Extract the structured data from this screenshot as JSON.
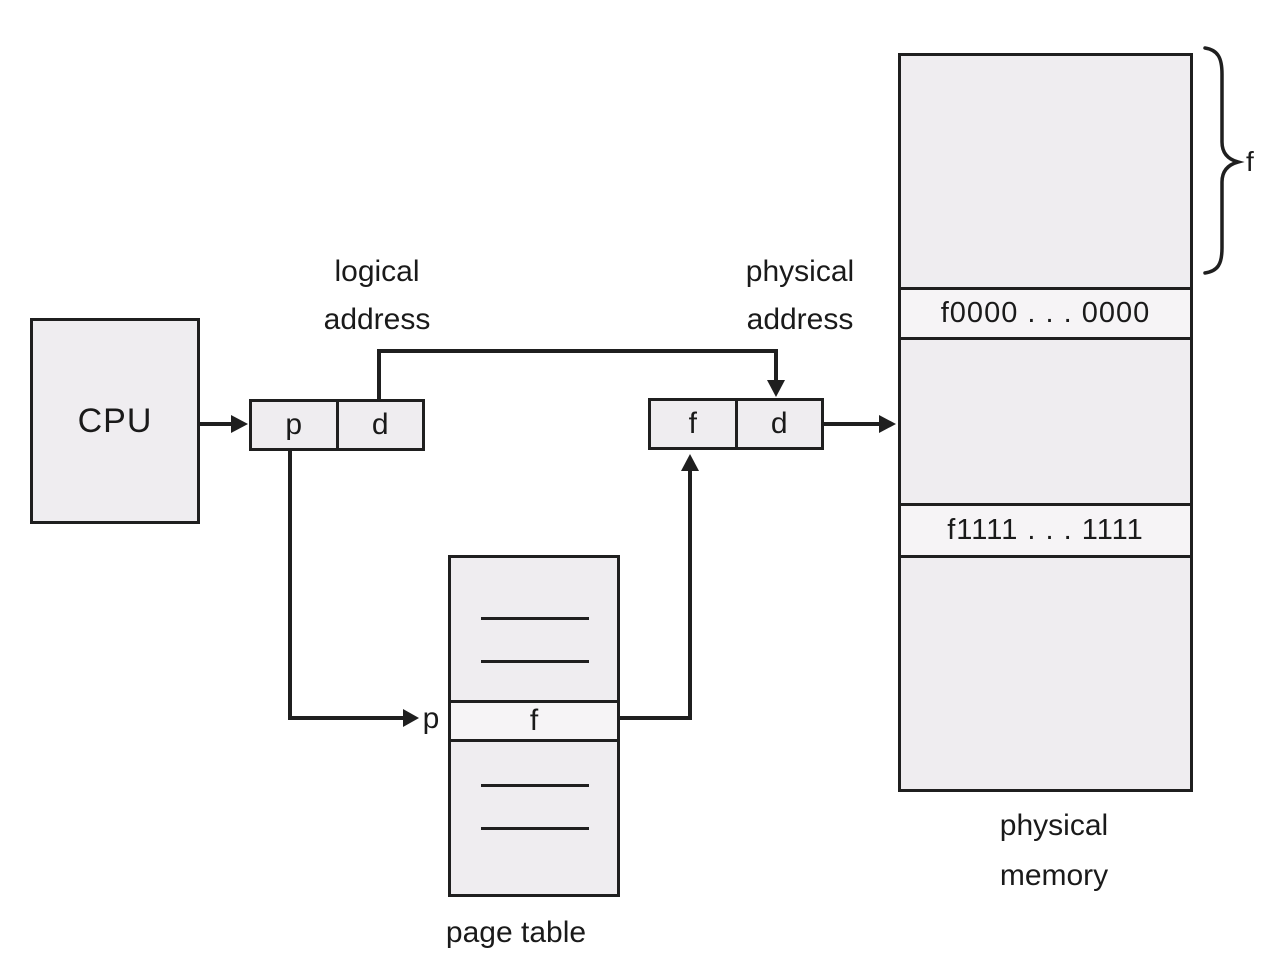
{
  "colors": {
    "box_fill": "#efedf0",
    "row_fill": "#f6f4f6",
    "line": "#1f1f1f",
    "background": "#ffffff"
  },
  "cpu": {
    "label": "CPU"
  },
  "logical_address": {
    "caption_line1": "logical",
    "caption_line2": "address",
    "fields": [
      {
        "label": "p"
      },
      {
        "label": "d"
      }
    ]
  },
  "physical_address": {
    "caption_line1": "physical",
    "caption_line2": "address",
    "fields": [
      {
        "label": "f"
      },
      {
        "label": "d"
      }
    ]
  },
  "page_table": {
    "caption": "page table",
    "pointer_label": "p",
    "entry_value": "f"
  },
  "physical_memory": {
    "caption_line1": "physical",
    "caption_line2": "memory",
    "frame_top_label": "f0000 . . . 0000",
    "frame_bottom_label": "f1111 . . . 1111",
    "brace_label": "f"
  }
}
